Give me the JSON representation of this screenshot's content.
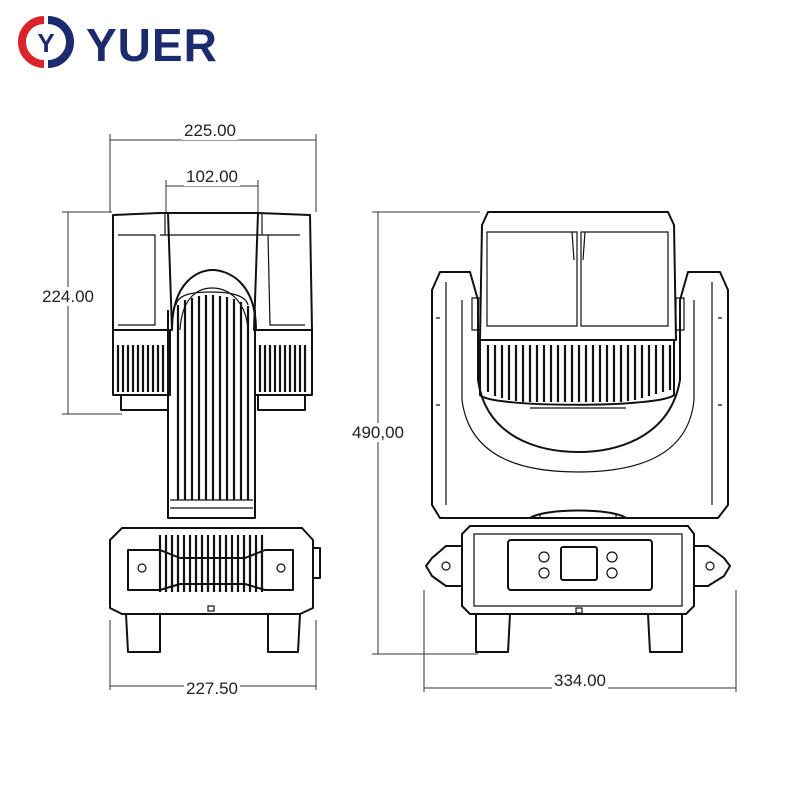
{
  "brand": {
    "name": "YUER",
    "mark": "Y",
    "colors": {
      "red": "#d9242b",
      "navy": "#1c2a6e"
    }
  },
  "dimensions": {
    "front_width": "225.00",
    "head_width": "102.00",
    "head_height": "224.00",
    "total_height": "490,00",
    "base_width": "227.50",
    "side_width": "334.00"
  }
}
